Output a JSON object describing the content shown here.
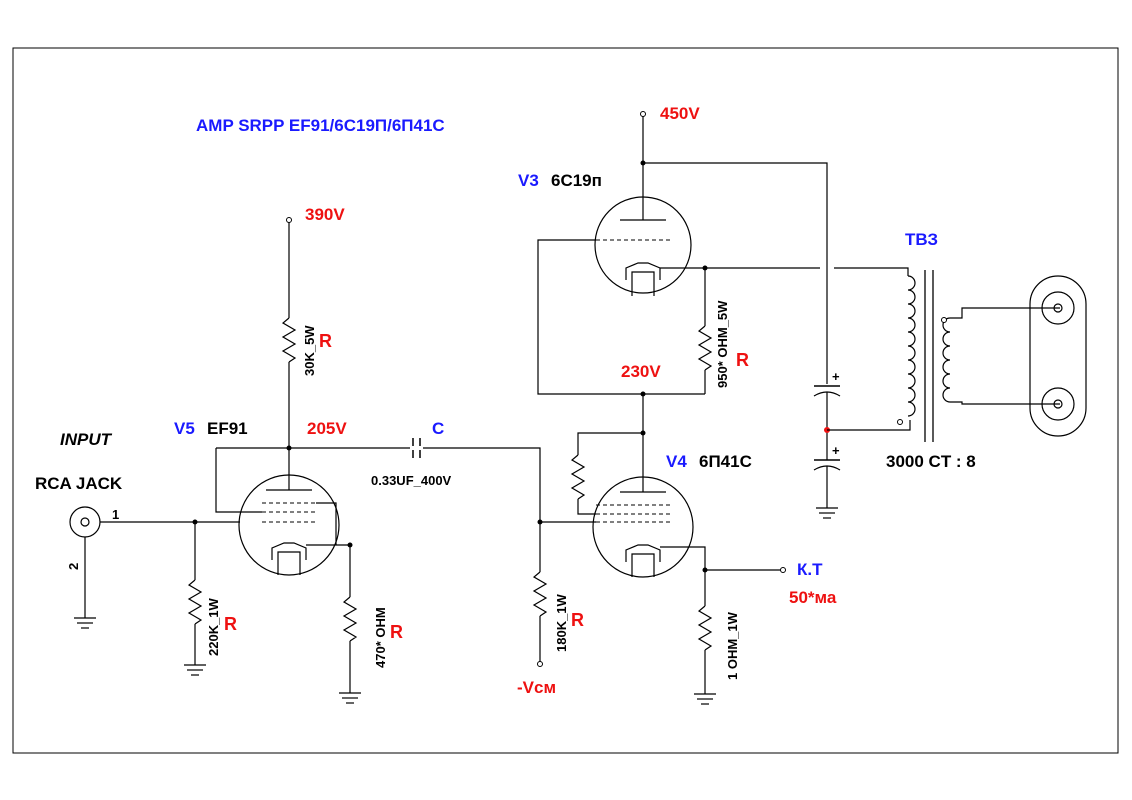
{
  "title": "AMP SRPP EF91/6С19П/6П41С",
  "colors": {
    "blue": "#1a1aff",
    "red": "#ee1111",
    "black": "#000000"
  },
  "input": {
    "label": "INPUT",
    "jack": "RCA JACK",
    "pin1": "1",
    "pin2": "2"
  },
  "tubes": {
    "v5": {
      "ref": "V5",
      "type": "EF91"
    },
    "v4": {
      "ref": "V4",
      "type": "6П41С"
    },
    "v3": {
      "ref": "V3",
      "type": "6С19п"
    }
  },
  "voltages": {
    "v390": "390V",
    "v205": "205V",
    "v230": "230V",
    "v450": "450V",
    "vbias": "-Vсм"
  },
  "resistors": {
    "r30k": "30K_5W",
    "r220k": "220K_1W",
    "r470": "470* OHM",
    "r180k": "180K_1W",
    "r950": "950* OHM_5W",
    "r1ohm": "1 OHM_1W",
    "mark": "R"
  },
  "capacitor": {
    "mark": "C",
    "value": "0.33UF_400V"
  },
  "transformer": {
    "name": "ТВЗ",
    "ratio": "3000 CT : 8"
  },
  "kt": {
    "label": "К.Т",
    "current": "50*ма"
  },
  "polarity": "+"
}
